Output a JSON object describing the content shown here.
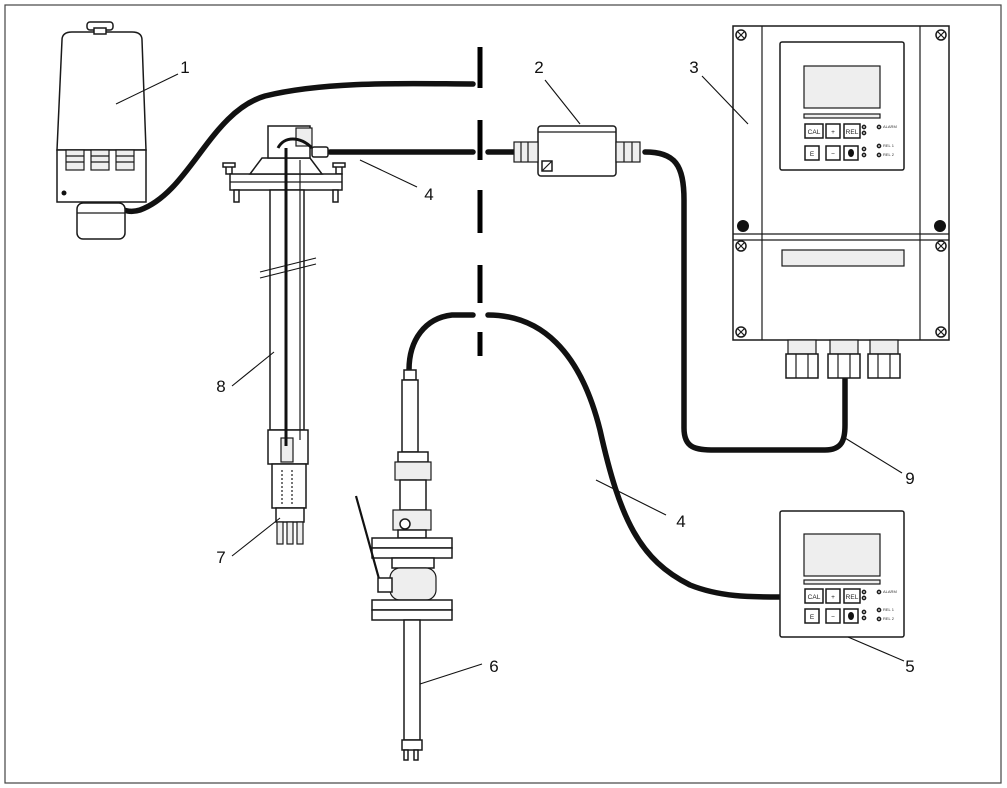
{
  "callouts": {
    "c1": "1",
    "c2": "2",
    "c3": "3",
    "c4a": "4",
    "c4b": "4",
    "c5": "5",
    "c6": "6",
    "c7": "7",
    "c8": "8",
    "c9": "9"
  },
  "transmitter_wall": {
    "key_cal": "CAL",
    "key_plus": "+",
    "key_rel": "REL",
    "key_e": "E",
    "key_minus": "−",
    "led_alarm": "ALARM",
    "led_r1": "REL 1",
    "led_r2": "REL 2"
  },
  "transmitter_panel": {
    "key_cal": "CAL",
    "key_plus": "+",
    "key_rel": "REL",
    "key_e": "E",
    "key_minus": "−",
    "led_alarm": "ALARM",
    "led_r1": "REL 1",
    "led_r2": "REL 2"
  },
  "colors": {
    "ink": "#111111",
    "frame": "#444444",
    "panel_fill": "#eeeeee"
  }
}
